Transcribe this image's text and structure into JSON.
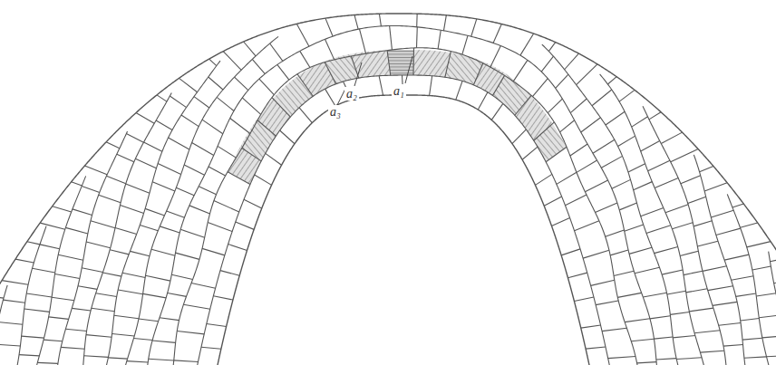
{
  "diagram": {
    "labels": [
      "a₁",
      "a₂",
      "a₃"
    ]
  }
}
